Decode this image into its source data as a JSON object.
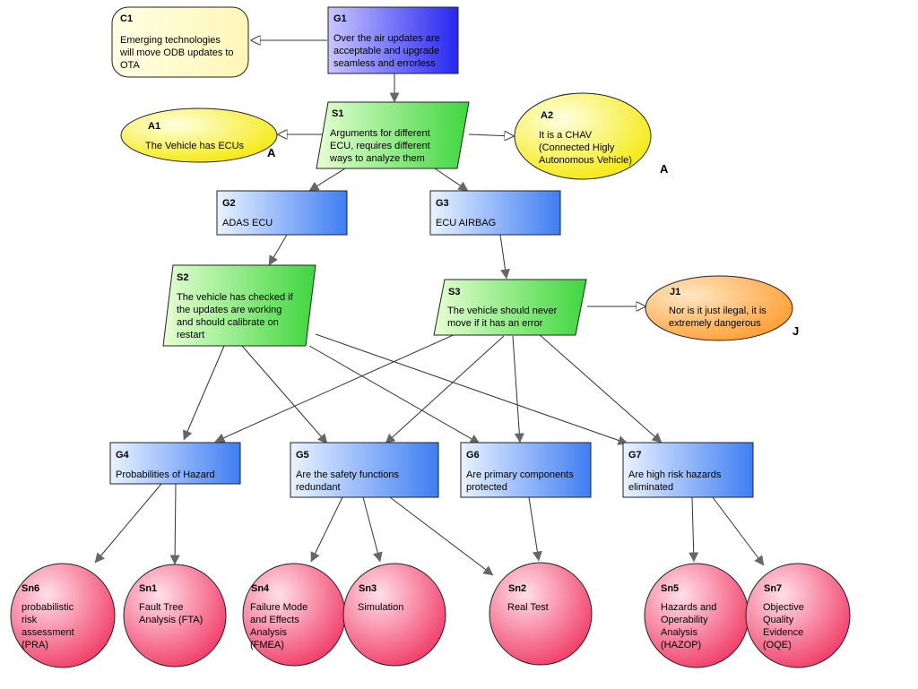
{
  "colors": {
    "goal_light": "#eaf3ff",
    "goal_blue": "#3f7df2",
    "goal_purple_light": "#c9c6ff",
    "goal_purple": "#2626f0",
    "strategy_light": "#e6ffd2",
    "strategy_green": "#3fd63f",
    "assumption_light": "#ffffcc",
    "assumption_yellow": "#f4e800",
    "context_fill": "#ffffd2",
    "justification_light": "#ffe7c4",
    "justification_orange": "#ff9826",
    "solution_light": "#ffe0ea",
    "solution_red": "#f0335f",
    "stroke": "#222222",
    "edge": "#333333"
  },
  "nodes": {
    "c1": {
      "id": "C1",
      "lines": [
        "Emerging technologies",
        "will move ODB updates to",
        "OTA"
      ]
    },
    "g1": {
      "id": "G1",
      "lines": [
        "Over the air updates are",
        "acceptable and upgrade",
        "seamless and errorless"
      ]
    },
    "s1": {
      "id": "S1",
      "lines": [
        "Arguments for different",
        "ECU, requires different",
        "ways to analyze them"
      ]
    },
    "a1": {
      "id": "A1",
      "lines": [
        "The Vehicle has ECUs"
      ],
      "mark": "A"
    },
    "a2": {
      "id": "A2",
      "lines": [
        "It is a CHAV",
        "(Connected Higly",
        "Autonomous Vehicle)"
      ],
      "mark": "A"
    },
    "g2": {
      "id": "G2",
      "lines": [
        "ADAS ECU"
      ]
    },
    "g3": {
      "id": "G3",
      "lines": [
        "ECU AIRBAG"
      ]
    },
    "s2": {
      "id": "S2",
      "lines": [
        "The vehicle has checked if",
        "the updates are working",
        "and should calibrate on",
        "restart"
      ]
    },
    "s3": {
      "id": "S3",
      "lines": [
        "The vehicle should never",
        "move if it has an error"
      ]
    },
    "j1": {
      "id": "J1",
      "lines": [
        "Nor is it just ilegal, it is",
        "extremely dangerous"
      ],
      "mark": "J"
    },
    "g4": {
      "id": "G4",
      "lines": [
        "Probabilities of Hazard"
      ]
    },
    "g5": {
      "id": "G5",
      "lines": [
        "Are the safety functions",
        "redundant"
      ]
    },
    "g6": {
      "id": "G6",
      "lines": [
        "Are primary components",
        "protected"
      ]
    },
    "g7": {
      "id": "G7",
      "lines": [
        "Are high risk hazards",
        "eliminated"
      ]
    },
    "sn6": {
      "id": "Sn6",
      "lines": [
        "probabilistic",
        "risk",
        "assessment",
        "(PRA)"
      ]
    },
    "sn1": {
      "id": "Sn1",
      "lines": [
        "Fault Tree",
        "Analysis (FTA)"
      ]
    },
    "sn4": {
      "id": "Sn4",
      "lines": [
        "Failure Mode",
        "and Effects",
        "Analysis",
        "(FMEA)"
      ]
    },
    "sn3": {
      "id": "Sn3",
      "lines": [
        "Simulation"
      ]
    },
    "sn2": {
      "id": "Sn2",
      "lines": [
        "Real Test"
      ]
    },
    "sn5": {
      "id": "Sn5",
      "lines": [
        "Hazards and",
        "Operability",
        "Analysis",
        "(HAZOP)"
      ]
    },
    "sn7": {
      "id": "Sn7",
      "lines": [
        "Objective",
        "Quality",
        "Evidence",
        "(OQE)"
      ]
    }
  }
}
